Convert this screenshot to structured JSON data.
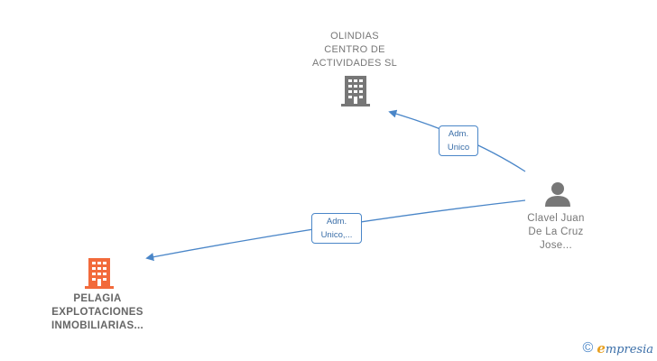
{
  "nodes": {
    "olindias": {
      "label_lines": [
        "OLINDIAS",
        "CENTRO DE",
        "ACTIVIDADES SL"
      ],
      "icon": "building-icon",
      "color": "#777777"
    },
    "pelagia": {
      "label_lines": [
        "PELAGIA",
        "EXPLOTACIONES",
        "INMOBILIARIAS..."
      ],
      "icon": "building-icon",
      "color": "#f26a3b"
    },
    "person": {
      "label_lines": [
        "Clavel Juan",
        "De La Cruz",
        "Jose..."
      ],
      "icon": "person-icon",
      "color": "#777777"
    }
  },
  "edges": [
    {
      "from": "person",
      "to": "olindias",
      "label_lines": [
        "Adm.",
        "Unico"
      ]
    },
    {
      "from": "person",
      "to": "pelagia",
      "label_lines": [
        "Adm.",
        "Unico,..."
      ]
    }
  ],
  "colors": {
    "edge": "#4a86c8",
    "badge_text": "#3a6ea8"
  },
  "footer": {
    "copyright_symbol": "©",
    "brand_initial": "e",
    "brand_rest": "mpresia"
  }
}
